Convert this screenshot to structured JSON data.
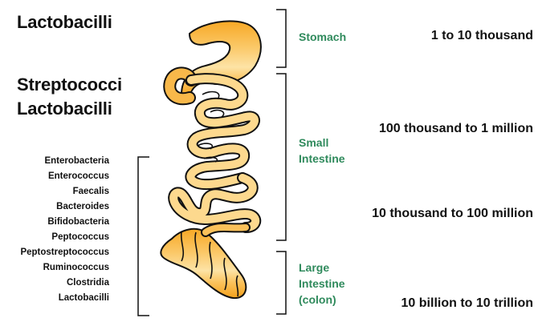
{
  "stomach": {
    "bacteria": "Lactobacilli",
    "label": "Stomach",
    "count": "1 to 10 thousand"
  },
  "small_intestine": {
    "bacteria": [
      "Streptococci",
      "Lactobacilli"
    ],
    "label_lines": [
      "Small",
      "Intestine"
    ],
    "count_upper": "100 thousand to 1 million",
    "count_lower": "10 thousand to 100 million"
  },
  "large_intestine": {
    "bacteria": [
      "Enterobacteria",
      "Enterococcus",
      "Faecalis",
      "Bacteroides",
      "Bifidobacteria",
      "Peptococcus",
      "Peptostreptococcus",
      "Ruminococcus",
      "Clostridia",
      "Lactobacilli"
    ],
    "label_lines": [
      "Large",
      "Intestine",
      "(colon)"
    ],
    "count": "10 billion to 10 trillion"
  },
  "colors": {
    "label_green": "#2f8a5c",
    "organ_dark": "#f5a623",
    "organ_light": "#ffe8b0"
  }
}
